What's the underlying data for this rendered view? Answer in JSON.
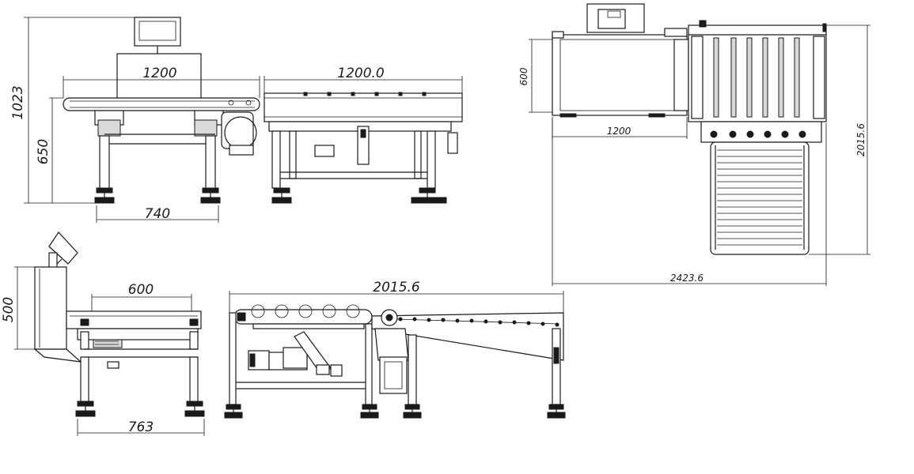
{
  "dimensions": {
    "front_height_total": "1023",
    "front_height_conveyor": "650",
    "front_width_weigher": "1200",
    "front_width_feeder": "1200.0",
    "front_leg_span": "740",
    "side_height_hood": "500",
    "side_conveyor_width": "600",
    "side_leg_span": "763",
    "side_total_length": "2015.6",
    "top_conveyor_width": "600",
    "top_weigher_length": "1200",
    "top_total_height": "2015.6",
    "top_total_width": "2423.6"
  }
}
